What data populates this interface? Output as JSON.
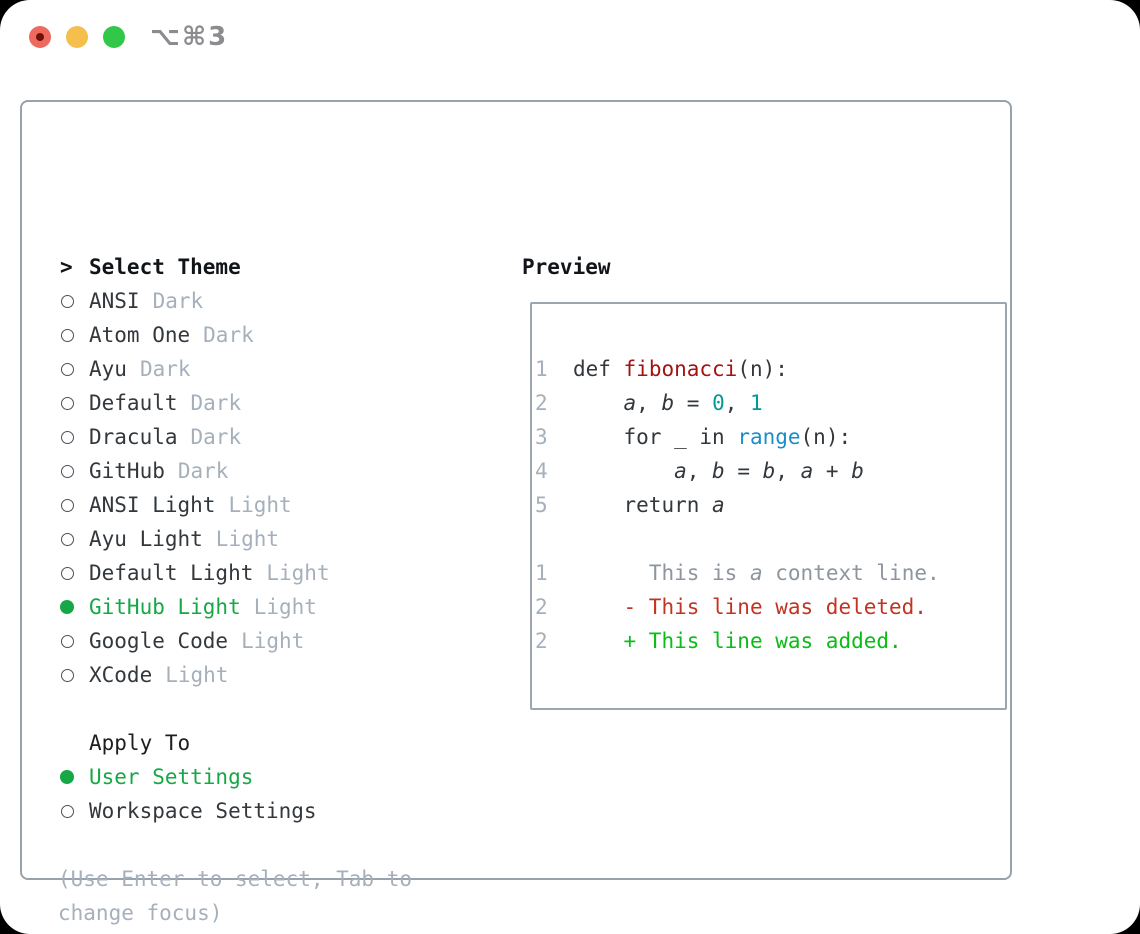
{
  "window": {
    "title": "⌥⌘3",
    "traffic_lights": [
      {
        "name": "close-button",
        "color": "#ee6a5e"
      },
      {
        "name": "minimize-button",
        "color": "#f5bf4d"
      },
      {
        "name": "zoom-button",
        "color": "#33c748"
      }
    ]
  },
  "theme_panel": {
    "prompt": ">",
    "header": "Select Theme",
    "themes": [
      {
        "name": "ANSI",
        "tag": "Dark",
        "selected": false
      },
      {
        "name": "Atom One",
        "tag": "Dark",
        "selected": false
      },
      {
        "name": "Ayu",
        "tag": "Dark",
        "selected": false
      },
      {
        "name": "Default",
        "tag": "Dark",
        "selected": false
      },
      {
        "name": "Dracula",
        "tag": "Dark",
        "selected": false
      },
      {
        "name": "GitHub",
        "tag": "Dark",
        "selected": false
      },
      {
        "name": "ANSI Light",
        "tag": "Light",
        "selected": false
      },
      {
        "name": "Ayu Light",
        "tag": "Light",
        "selected": false
      },
      {
        "name": "Default Light",
        "tag": "Light",
        "selected": false
      },
      {
        "name": "GitHub Light",
        "tag": "Light",
        "selected": true
      },
      {
        "name": "Google Code",
        "tag": "Light",
        "selected": false
      },
      {
        "name": "XCode",
        "tag": "Light",
        "selected": false
      }
    ],
    "apply_to": {
      "header": "Apply To",
      "options": [
        {
          "name": "User Settings",
          "selected": true
        },
        {
          "name": "Workspace Settings",
          "selected": false
        }
      ]
    },
    "footer_hint": "(Use Enter to select, Tab to change focus)"
  },
  "preview": {
    "header": "Preview",
    "code_lines": [
      [
        {
          "t": "1",
          "c": "ln"
        },
        {
          "t": "  ",
          "c": "sp"
        },
        {
          "t": "def ",
          "c": "code"
        },
        {
          "t": "fibonacci",
          "c": "func"
        },
        {
          "t": "(n):",
          "c": "code"
        }
      ],
      [
        {
          "t": "2",
          "c": "ln"
        },
        {
          "t": "      ",
          "c": "sp"
        },
        {
          "t": "a",
          "c": "var"
        },
        {
          "t": ", ",
          "c": "code"
        },
        {
          "t": "b",
          "c": "var"
        },
        {
          "t": " = ",
          "c": "code"
        },
        {
          "t": "0",
          "c": "num"
        },
        {
          "t": ", ",
          "c": "code"
        },
        {
          "t": "1",
          "c": "num"
        }
      ],
      [
        {
          "t": "3",
          "c": "ln"
        },
        {
          "t": "      ",
          "c": "sp"
        },
        {
          "t": "for _ in ",
          "c": "code"
        },
        {
          "t": "range",
          "c": "builtin"
        },
        {
          "t": "(n):",
          "c": "code"
        }
      ],
      [
        {
          "t": "4",
          "c": "ln"
        },
        {
          "t": "          ",
          "c": "sp"
        },
        {
          "t": "a",
          "c": "var"
        },
        {
          "t": ", ",
          "c": "code"
        },
        {
          "t": "b",
          "c": "var"
        },
        {
          "t": " = ",
          "c": "code"
        },
        {
          "t": "b",
          "c": "var"
        },
        {
          "t": ", ",
          "c": "code"
        },
        {
          "t": "a",
          "c": "var"
        },
        {
          "t": " + ",
          "c": "code"
        },
        {
          "t": "b",
          "c": "var"
        }
      ],
      [
        {
          "t": "5",
          "c": "ln"
        },
        {
          "t": "      ",
          "c": "sp"
        },
        {
          "t": "return ",
          "c": "code"
        },
        {
          "t": "a",
          "c": "var"
        }
      ],
      [],
      [
        {
          "t": "1",
          "c": "ln"
        },
        {
          "t": "        ",
          "c": "sp"
        },
        {
          "t": "This is ",
          "c": "ctx"
        },
        {
          "t": "a",
          "c": "ctx-i"
        },
        {
          "t": " context line.",
          "c": "ctx"
        }
      ],
      [
        {
          "t": "2",
          "c": "ln"
        },
        {
          "t": "      ",
          "c": "sp"
        },
        {
          "t": "- This line was deleted.",
          "c": "del"
        }
      ],
      [
        {
          "t": "2",
          "c": "ln"
        },
        {
          "t": "      ",
          "c": "sp"
        },
        {
          "t": "+ This line was added.",
          "c": "add"
        }
      ]
    ]
  },
  "colors": {
    "accent_green": "#16a846",
    "added_green": "#09bd16",
    "deleted_red": "#c23321",
    "function_red": "#a51212",
    "number_teal": "#019a9a",
    "builtin_blue": "#1b8dcb",
    "text_dark": "#33383d",
    "muted_gray": "#a6b0bb",
    "context_gray": "#8d959e",
    "panel_border": "#98a2ad",
    "title_gray": "#8b8b90"
  }
}
